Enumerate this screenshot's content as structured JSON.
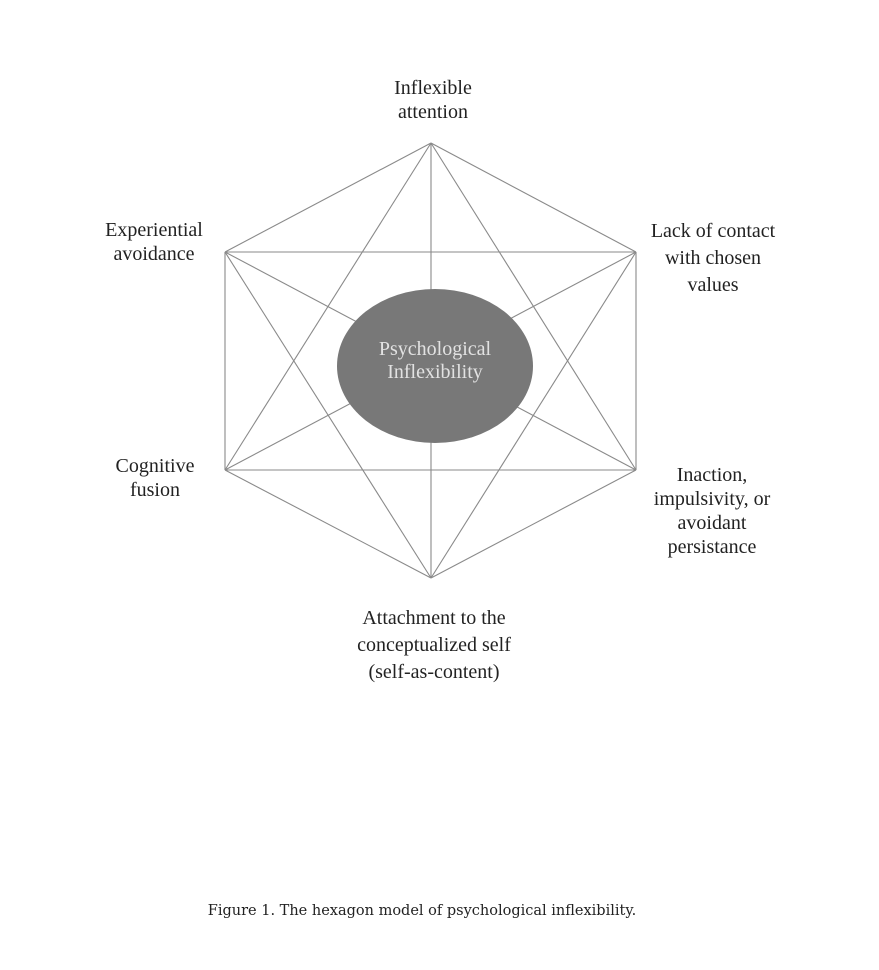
{
  "diagram": {
    "center": {
      "line1": "Psychological",
      "line2": "Inflexibility",
      "fill": "#787878"
    },
    "nodes": [
      {
        "id": "top",
        "lines": [
          "Inflexible",
          "attention"
        ]
      },
      {
        "id": "upper-right",
        "lines": [
          "Lack of contact",
          "with chosen",
          "values"
        ]
      },
      {
        "id": "lower-right",
        "lines": [
          "Inaction,",
          "impulsivity, or",
          "avoidant",
          "persistance"
        ]
      },
      {
        "id": "bottom",
        "lines": [
          "Attachment to the",
          "conceptualized self",
          "(self-as-content)"
        ]
      },
      {
        "id": "lower-left",
        "lines": [
          "Cognitive",
          "fusion"
        ]
      },
      {
        "id": "upper-left",
        "lines": [
          "Experiential",
          "avoidance"
        ]
      }
    ],
    "edges": "all-pairs",
    "line_color": "#8a8a8a"
  },
  "caption": "Figure 1. The hexagon model of psychological inflexibility."
}
